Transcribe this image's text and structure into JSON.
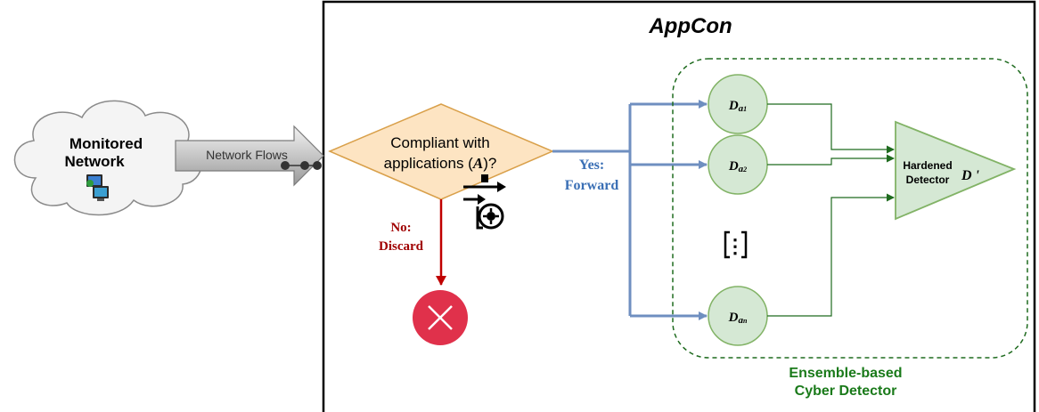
{
  "diagram": {
    "title": "AppCon",
    "cloud": {
      "line1": "Monitored",
      "line2": "Network"
    },
    "flows_label": "Network Flows",
    "decision": {
      "line1": "Compliant with",
      "line2_prefix": "applications (",
      "line2_var": "A",
      "line2_suffix": ")?"
    },
    "no_branch": {
      "line1": "No:",
      "line2": "Discard"
    },
    "yes_branch": {
      "line1": "Yes:",
      "line2": "Forward"
    },
    "detectors": [
      {
        "base": "D",
        "sub1": "a",
        "sub2": "1"
      },
      {
        "base": "D",
        "sub1": "a",
        "sub2": "2"
      },
      {
        "base": "D",
        "sub1": "a",
        "sub2": "n"
      }
    ],
    "ellipsis": "⋮",
    "hardened": {
      "line1": "Hardened",
      "line2": "Detector",
      "symbol": "D '"
    },
    "ensemble": {
      "line1": "Ensemble-based",
      "line2": "Cyber Detector"
    },
    "colors": {
      "decision_fill": "#fde4c2",
      "decision_stroke": "#d9a04a",
      "blue": "#6f8fc0",
      "yes_text": "#3a6fb5",
      "red": "#c00000",
      "discard_fill": "#e0314b",
      "green_fill": "#d5e8d4",
      "green_stroke": "#82b366",
      "green_dark": "#1f6b1f",
      "ensemble_text": "#1a7a1a"
    }
  }
}
